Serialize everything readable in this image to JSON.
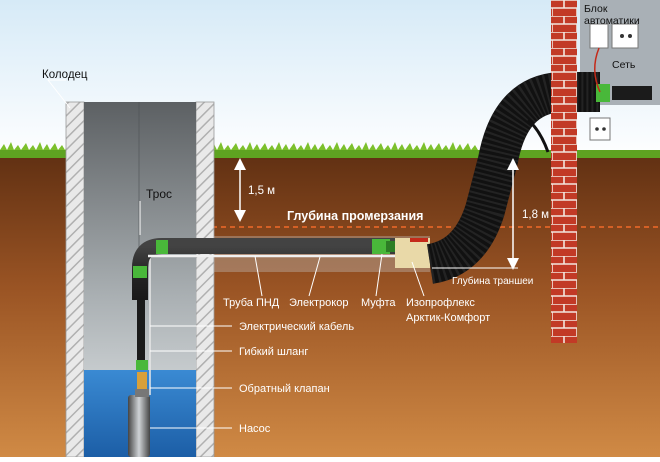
{
  "labels": {
    "well": "Колодец",
    "cable_rope": "Трос",
    "depth_1": "1,5 м",
    "freeze_depth": "Глубина промерзания",
    "depth_2": "1,8 м",
    "trench_depth": "Глубина траншеи",
    "pipe": "Труба ПНД",
    "heater": "Электрокор",
    "coupling": "Муфта",
    "insulation_line1": "Изопрофлекс",
    "insulation_line2": "Арктик-Комфорт",
    "electric_cable": "Электрический кабель",
    "hose": "Гибкий шланг",
    "check_valve": "Обратный клапан",
    "pump": "Насос",
    "automation_line1": "Блок",
    "automation_line2": "автоматики",
    "mains": "Сеть"
  },
  "colors": {
    "sky": "#dfeef8",
    "soil_top": "#6b3617",
    "soil_bottom": "#c57a3b",
    "grass": "#77b82a",
    "brick": "#c23a26",
    "green_fitting": "#49b83a",
    "water": "#2f79c3",
    "freeze_line": "#f06a2a"
  }
}
